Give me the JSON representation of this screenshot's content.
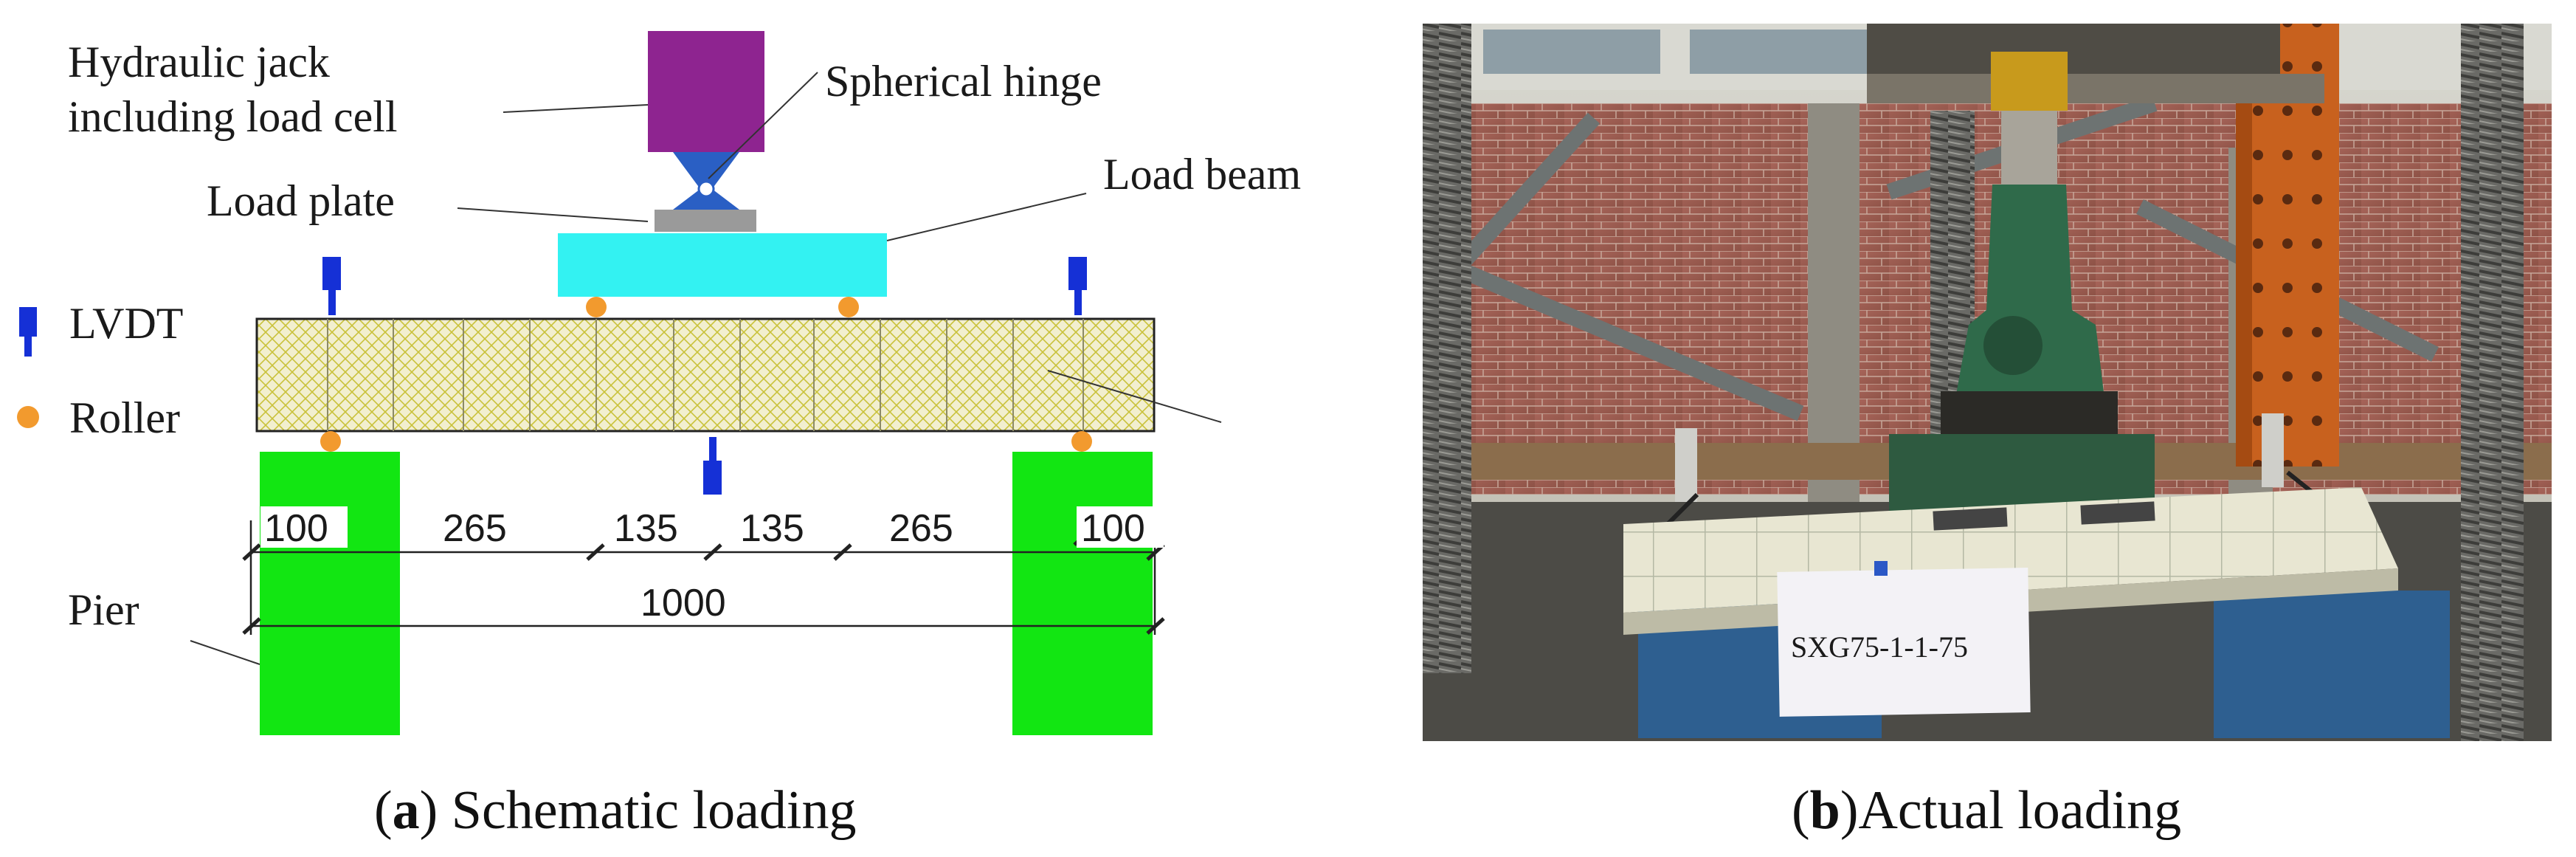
{
  "schematic": {
    "labels": {
      "jack_line1": "Hydraulic jack",
      "jack_line2": "including load cell",
      "hinge": "Spherical hinge",
      "load_plate": "Load plate",
      "load_beam": "Load beam",
      "lvdt": "LVDT",
      "roller": "Roller",
      "pier": "Pier"
    },
    "dimensions": {
      "left_support": "100",
      "shear_left": "265",
      "mid_left": "135",
      "mid_right": "135",
      "shear_right": "265",
      "right_support": "100",
      "span": "1000"
    },
    "colors": {
      "jack": "#8e2490",
      "hinge": "#2a5fc4",
      "load_plate": "#9a9a9a",
      "load_beam": "#33f2f2",
      "lvdt": "#1530d6",
      "roller": "#f29a2e",
      "specimen": "#f2efcf",
      "specimen_mesh": "#c9c23a",
      "pier": "#12e612"
    }
  },
  "photo": {
    "specimen_label": "SXG75-1-1-75"
  },
  "captions": {
    "a_letter": "a",
    "a_text": ") Schematic loading",
    "b_letter": "b",
    "b_text": ")Actual loading"
  }
}
